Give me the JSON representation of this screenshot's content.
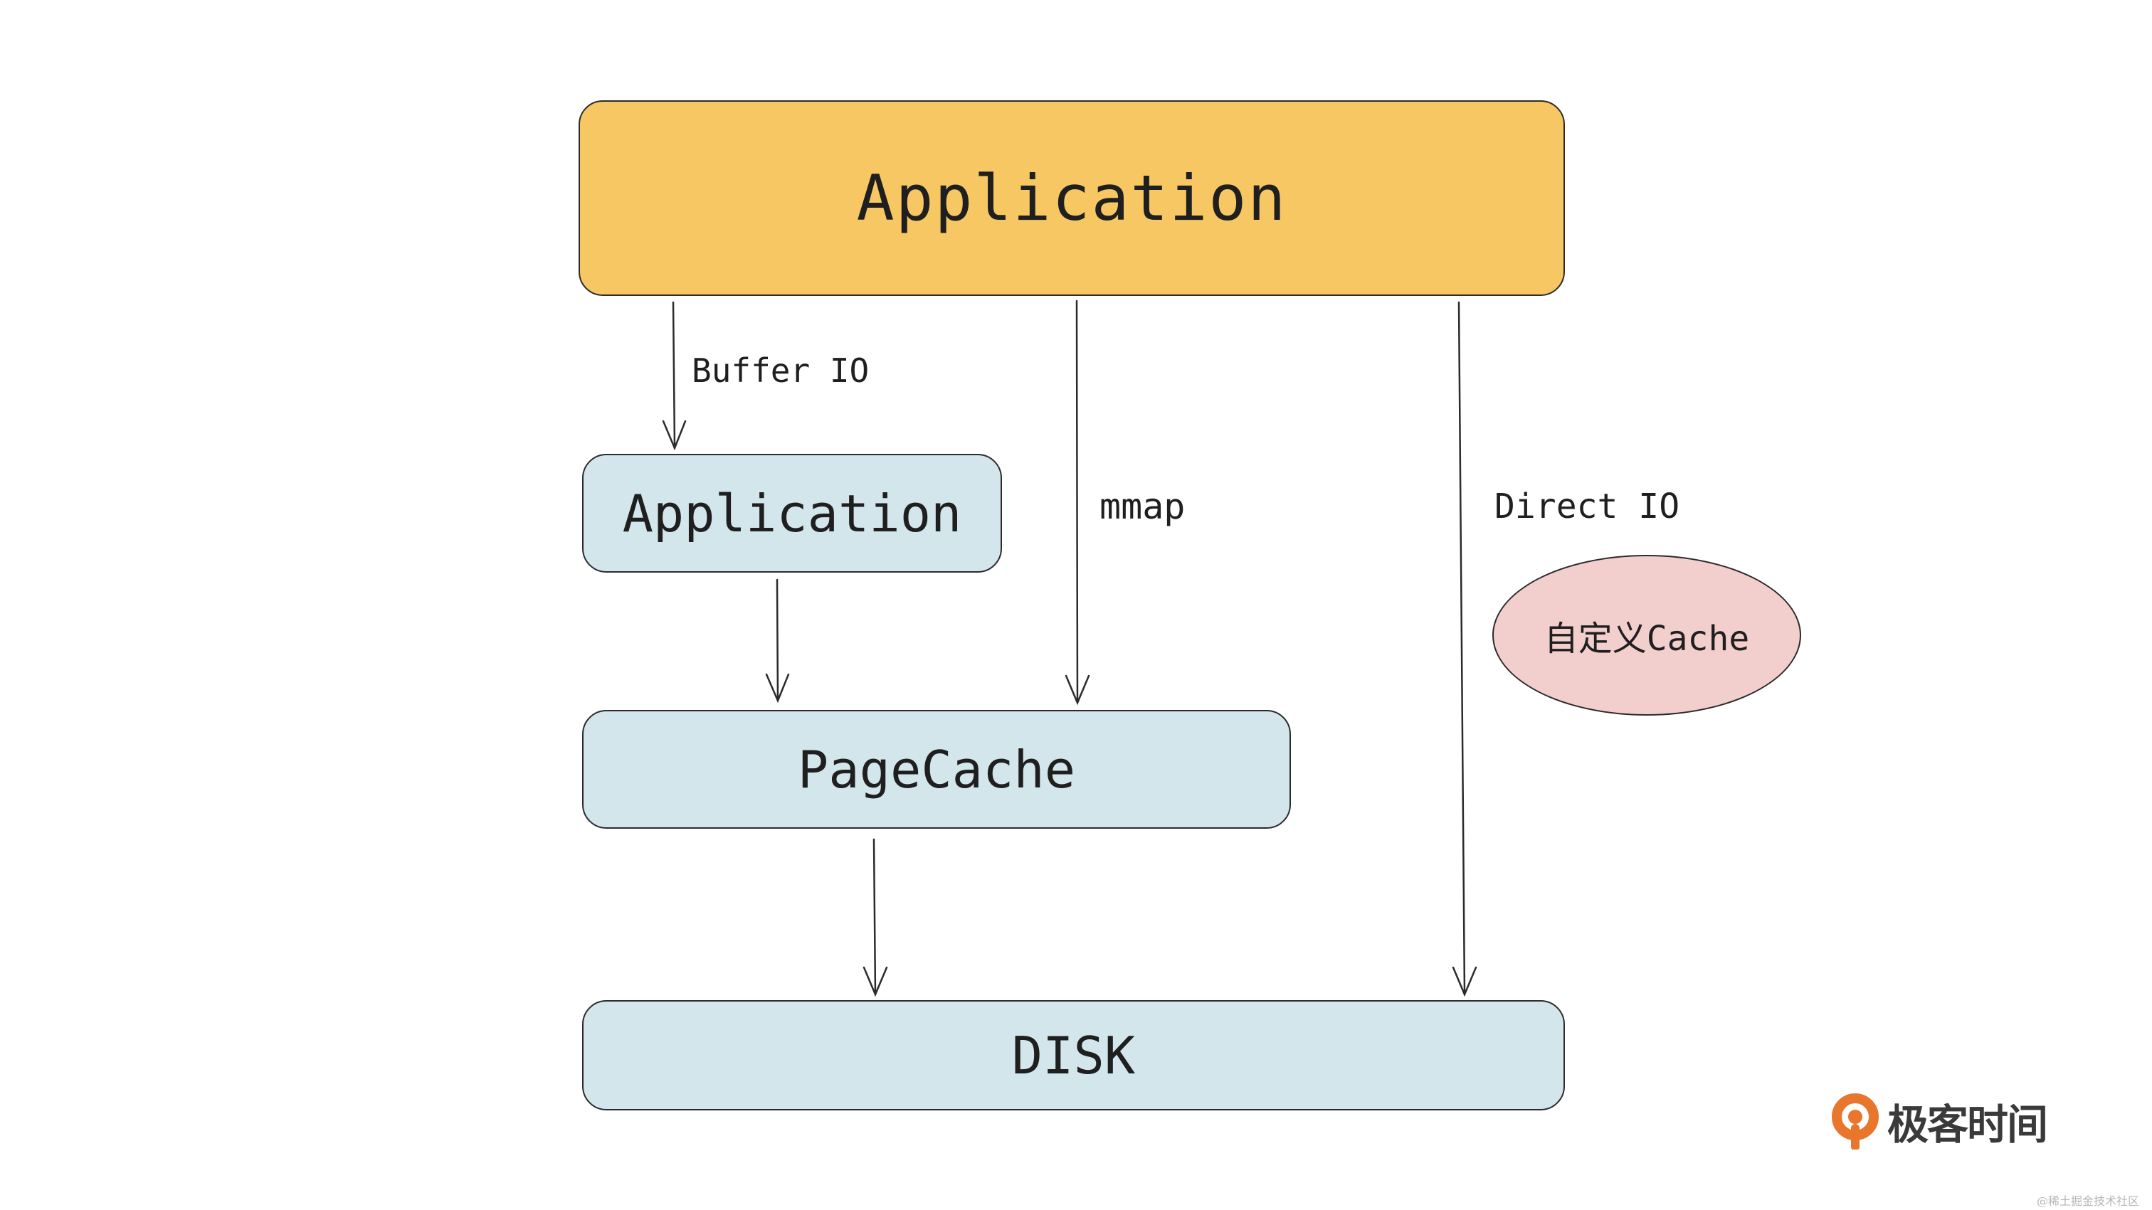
{
  "nodes": {
    "app_top": "Application",
    "app_buffer": "Application",
    "pagecache": "PageCache",
    "disk": "DISK",
    "custom_cache": "自定义Cache"
  },
  "edges": {
    "buffer_io": "Buffer IO",
    "mmap": "mmap",
    "direct_io": "Direct IO"
  },
  "logo": {
    "text": "极客时间",
    "icon": "geektime-logo-icon"
  },
  "watermark": "@稀土掘金技术社区",
  "colors": {
    "app_top_fill": "#f6c762",
    "node_fill": "#d3e6ec",
    "custom_cache_fill": "#f2cecd",
    "logo_accent": "#e8762c"
  }
}
